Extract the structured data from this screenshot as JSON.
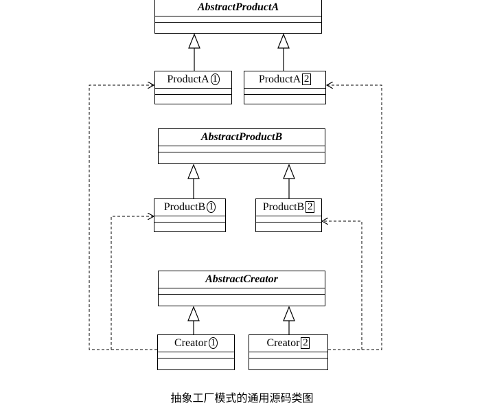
{
  "classes": {
    "abstract_product_a": "AbstractProductA",
    "product_a1": {
      "name": "ProductA",
      "mark": "1"
    },
    "product_a2": {
      "name": "ProductA",
      "mark": "2"
    },
    "abstract_product_b": "AbstractProductB",
    "product_b1": {
      "name": "ProductB",
      "mark": "1"
    },
    "product_b2": {
      "name": "ProductB",
      "mark": "2"
    },
    "abstract_creator": "AbstractCreator",
    "creator1": {
      "name": "Creator",
      "mark": "1"
    },
    "creator2": {
      "name": "Creator",
      "mark": "2"
    }
  },
  "caption": "抽象工厂模式的通用源码类图"
}
